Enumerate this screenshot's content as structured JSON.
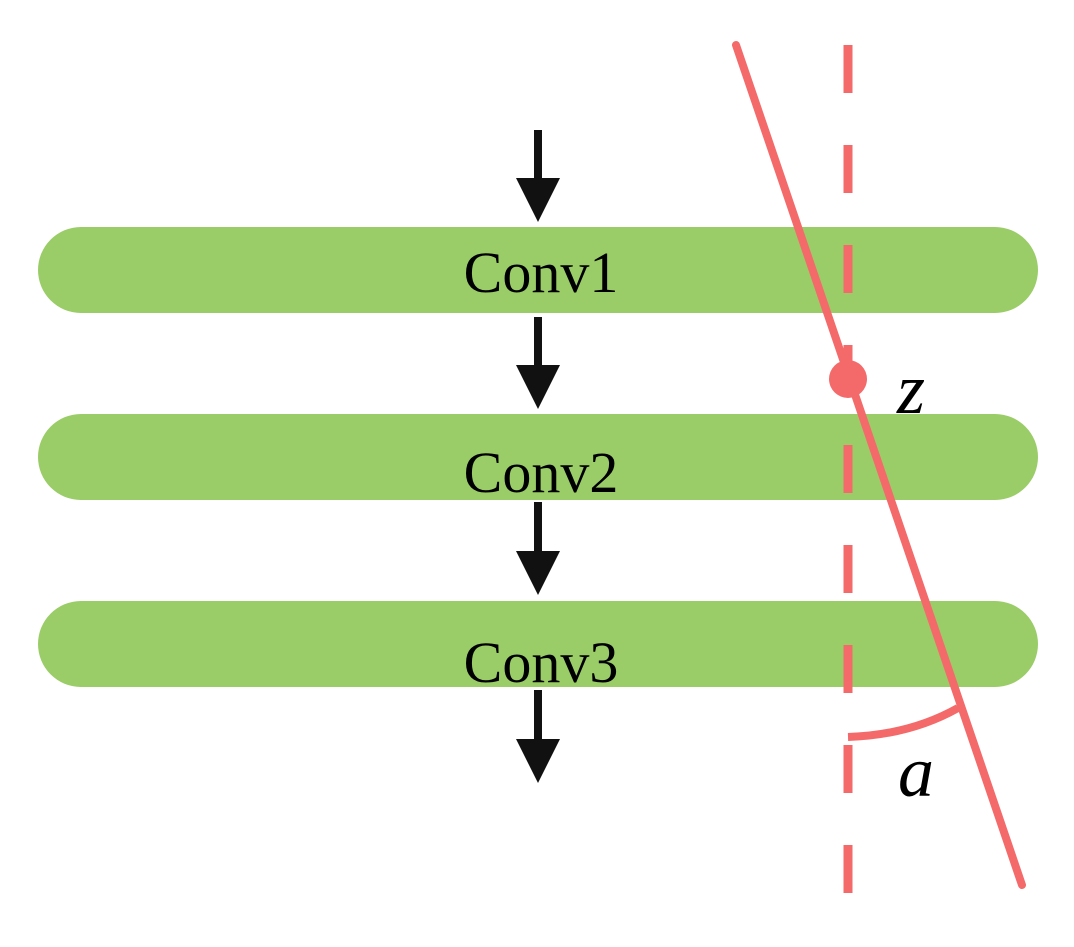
{
  "layers": [
    {
      "label": "Conv1"
    },
    {
      "label": "Conv2"
    },
    {
      "label": "Conv3"
    }
  ],
  "annotations": {
    "point_label": "z",
    "angle_label": "a"
  },
  "colors": {
    "layer_fill": "#9ACD68",
    "accent": "#F46A6A",
    "arrow": "#111111",
    "text": "#000000"
  }
}
